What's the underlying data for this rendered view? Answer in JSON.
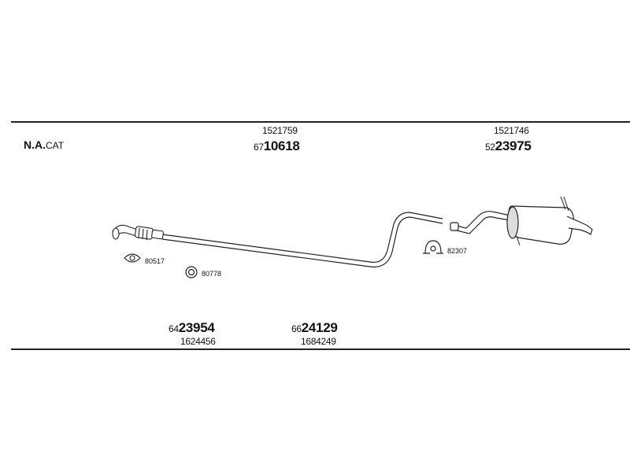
{
  "header": {
    "engine_bold": "N.A.",
    "engine_suffix": "CAT"
  },
  "parts": {
    "mid_pipe": {
      "oe": "1521759",
      "prefix": "67",
      "number": "10618"
    },
    "rear_muffler": {
      "oe": "1521746",
      "prefix": "52",
      "number": "23975"
    },
    "front_pipe": {
      "oe": "1624456",
      "prefix": "64",
      "number": "23954"
    },
    "center_pipe": {
      "oe": "1684249",
      "prefix": "66",
      "number": "24129"
    }
  },
  "accessories": {
    "gasket": "80517",
    "ring": "80778",
    "clamp": "82307"
  }
}
